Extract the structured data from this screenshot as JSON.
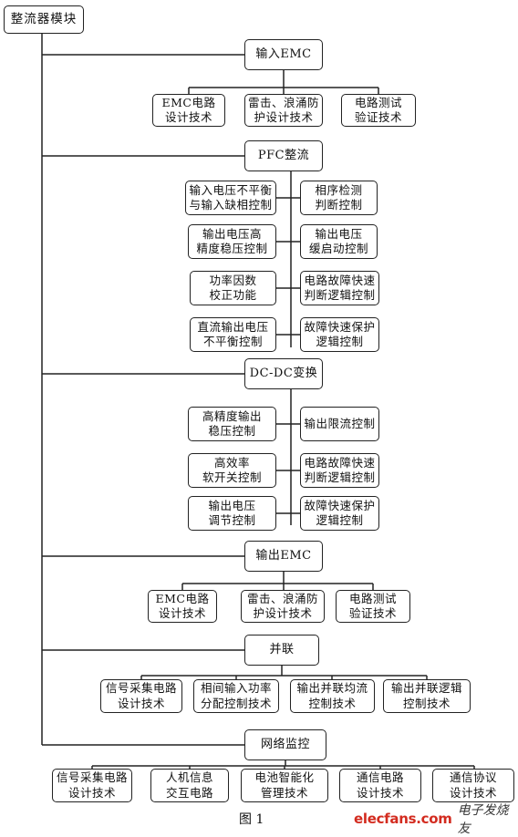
{
  "root": "整流器模块",
  "sections": {
    "input_emc": {
      "title": "输入EMC",
      "items": [
        "EMC电路\n设计技术",
        "雷击、浪涌防\n护设计技术",
        "电路测试\n验证技术"
      ]
    },
    "pfc": {
      "title": "PFC整流",
      "left": [
        "输入电压不平衡\n与输入缺相控制",
        "输出电压高\n精度稳压控制",
        "功率因数\n校正功能",
        "直流输出电压\n不平衡控制"
      ],
      "right": [
        "相序检测\n判断控制",
        "输出电压\n缓启动控制",
        "电路故障快速\n判断逻辑控制",
        "故障快速保护\n逻辑控制"
      ]
    },
    "dcdc": {
      "title": "DC-DC变换",
      "left": [
        "高精度输出\n稳压控制",
        "高效率\n软开关控制",
        "输出电压\n调节控制"
      ],
      "right": [
        "输出限流控制",
        "电路故障快速\n判断逻辑控制",
        "故障快速保护\n逻辑控制"
      ]
    },
    "output_emc": {
      "title": "输出EMC",
      "items": [
        "EMC电路\n设计技术",
        "雷击、浪涌防\n护设计技术",
        "电路测试\n验证技术"
      ]
    },
    "parallel": {
      "title": "并联",
      "items": [
        "信号采集电路\n设计技术",
        "相间输入功率\n分配控制技术",
        "输出并联均流\n控制技术",
        "输出并联逻辑\n控制技术"
      ]
    },
    "monitor": {
      "title": "网络监控",
      "items": [
        "信号采集电路\n设计技术",
        "人机信息\n交互电路",
        "电池智能化\n管理技术",
        "通信电路\n设计技术",
        "通信协议\n设计技术"
      ]
    }
  },
  "caption": "图 1",
  "watermark": {
    "logo": "elecfans.com",
    "cn": "电子发烧友"
  }
}
